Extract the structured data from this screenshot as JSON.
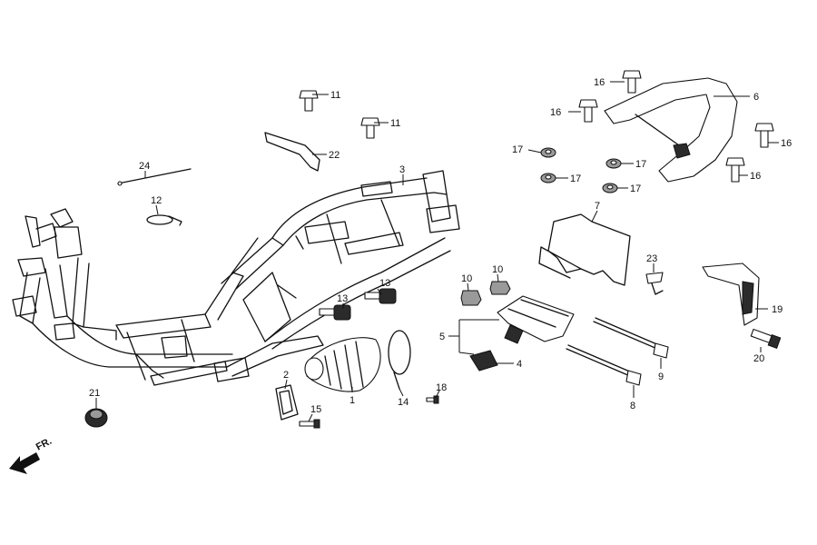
{
  "direction_label": "FR.",
  "parts": [
    {
      "id": "p1",
      "number": "1"
    },
    {
      "id": "p2",
      "number": "2"
    },
    {
      "id": "p3",
      "number": "3"
    },
    {
      "id": "p4",
      "number": "4"
    },
    {
      "id": "p5",
      "number": "5"
    },
    {
      "id": "p6",
      "number": "6"
    },
    {
      "id": "p7",
      "number": "7"
    },
    {
      "id": "p8",
      "number": "8"
    },
    {
      "id": "p9",
      "number": "9"
    },
    {
      "id": "p10a",
      "number": "10"
    },
    {
      "id": "p10b",
      "number": "10"
    },
    {
      "id": "p11a",
      "number": "11"
    },
    {
      "id": "p11b",
      "number": "11"
    },
    {
      "id": "p12",
      "number": "12"
    },
    {
      "id": "p13a",
      "number": "13"
    },
    {
      "id": "p13b",
      "number": "13"
    },
    {
      "id": "p14",
      "number": "14"
    },
    {
      "id": "p15",
      "number": "15"
    },
    {
      "id": "p16a",
      "number": "16"
    },
    {
      "id": "p16b",
      "number": "16"
    },
    {
      "id": "p16c",
      "number": "16"
    },
    {
      "id": "p16d",
      "number": "16"
    },
    {
      "id": "p17a",
      "number": "17"
    },
    {
      "id": "p17b",
      "number": "17"
    },
    {
      "id": "p17c",
      "number": "17"
    },
    {
      "id": "p17d",
      "number": "17"
    },
    {
      "id": "p18",
      "number": "18"
    },
    {
      "id": "p19",
      "number": "19"
    },
    {
      "id": "p20",
      "number": "20"
    },
    {
      "id": "p21",
      "number": "21"
    },
    {
      "id": "p22",
      "number": "22"
    },
    {
      "id": "p23",
      "number": "23"
    },
    {
      "id": "p24",
      "number": "24"
    }
  ]
}
